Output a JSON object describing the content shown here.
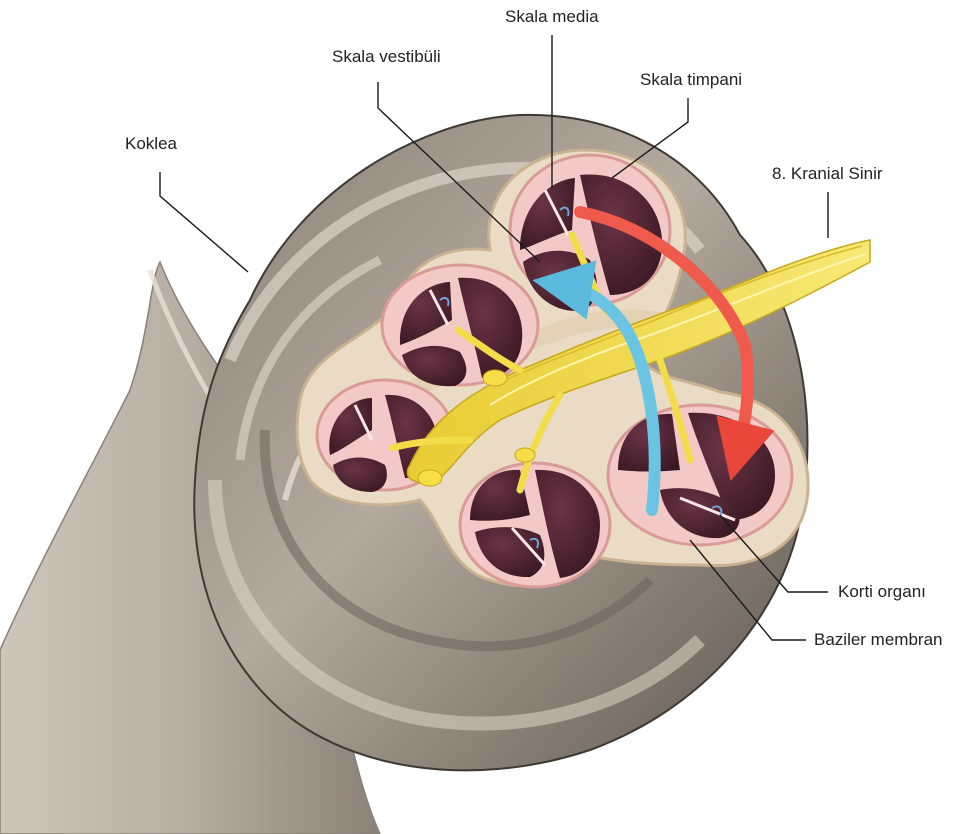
{
  "labels": {
    "skala_media": "Skala media",
    "skala_vestibuli": "Skala vestibüli",
    "skala_timpani": "Skala timpani",
    "koklea": "Koklea",
    "kranial_sinir": "8. Kranial Sinir",
    "korti_organi": "Korti organı",
    "baziler_membran": "Baziler membran"
  },
  "colors": {
    "shell_outer": "#5b534b",
    "shell_mid": "#9c9287",
    "shell_light": "#d8d0c6",
    "bone": "#eadcc4",
    "bone_edge": "#c9b291",
    "duct_lining": "#e9b7b7",
    "chamber": "#4a2330",
    "nerve": "#f2dc4a",
    "nerve_edge": "#c7a81e",
    "arrow_red": "#ef5a4d",
    "arrow_blue": "#6cc4e3"
  }
}
